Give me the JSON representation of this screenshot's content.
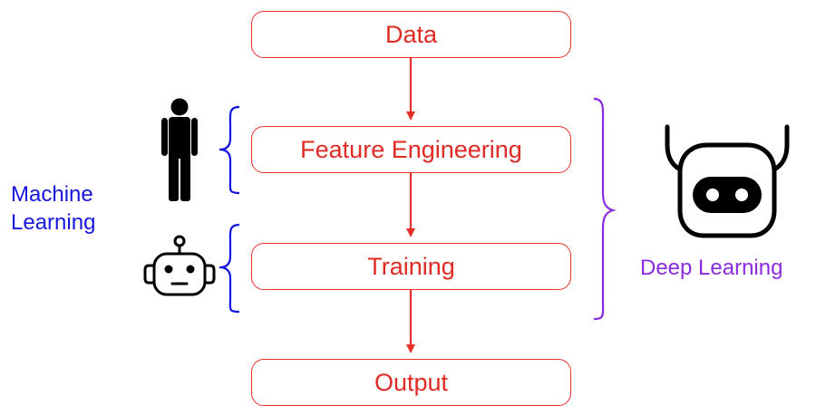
{
  "pipeline": {
    "steps": [
      "Data",
      "Feature Engineering",
      "Training",
      "Output"
    ]
  },
  "labels": {
    "machine_learning_line1": "Machine",
    "machine_learning_line2": "Learning",
    "deep_learning": "Deep Learning"
  },
  "colors": {
    "pipeline": "#e02a24",
    "machine_learning": "#1515e0",
    "deep_learning": "#8a2be2",
    "icons": "#000000"
  },
  "icons": {
    "human": "person-icon",
    "ml_robot": "robot-head-icon",
    "dl_robot": "robot-face-icon"
  }
}
